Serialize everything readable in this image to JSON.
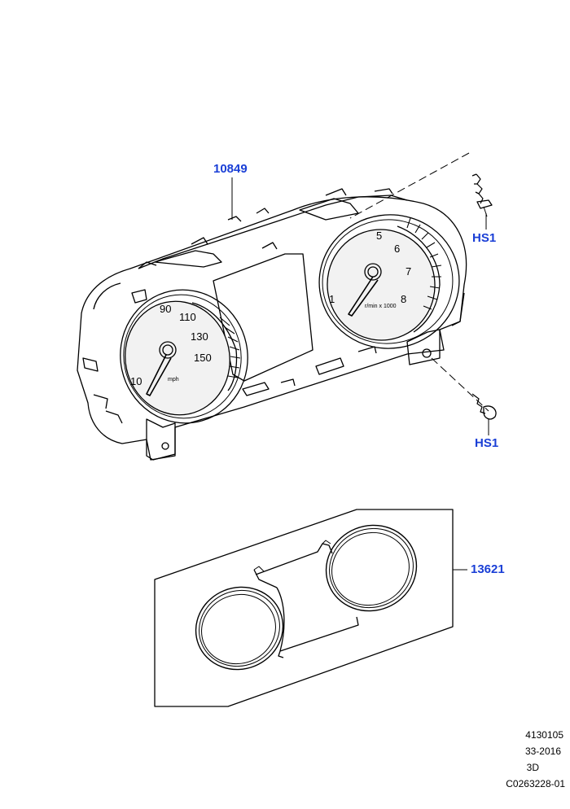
{
  "callouts": {
    "instrument_cluster": "10849",
    "screw_top": "HS1",
    "screw_bottom": "HS1",
    "bezel": "13621"
  },
  "speedometer": {
    "ticks": [
      "90",
      "110",
      "130",
      "150",
      "10"
    ],
    "unit": "mph"
  },
  "tachometer": {
    "ticks": [
      "5",
      "6",
      "7",
      "8",
      "1"
    ],
    "unit": "r/min x 1000"
  },
  "meta": {
    "ref_number": "4130105",
    "date": "33-2016",
    "view": "3D",
    "code": "C0263228-01"
  },
  "colors": {
    "callout": "#1a3fd6",
    "line": "#000000",
    "dial_fill": "#f2f2f2"
  }
}
